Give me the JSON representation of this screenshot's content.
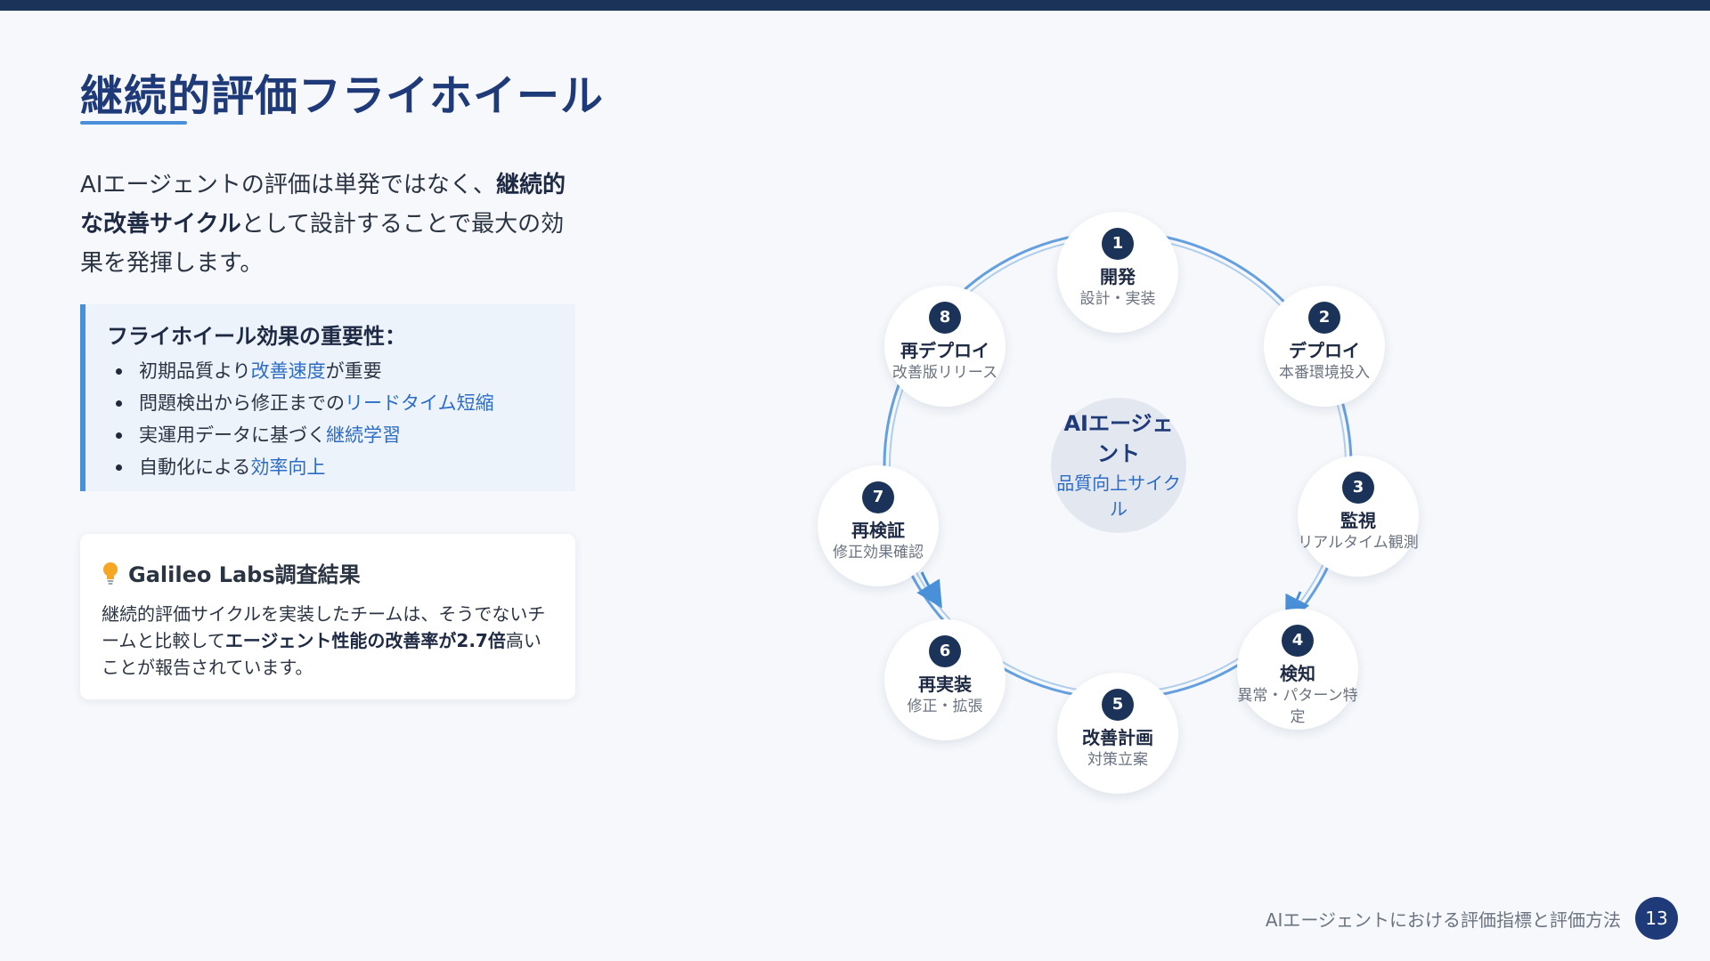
{
  "slide": {
    "title": "継続的評価フライホイール",
    "intro": {
      "part1": "AIエージェントの評価は単発ではなく、",
      "bold": "継続的な改善サイクル",
      "part2": "として設計することで最大の効果を発揮します。"
    },
    "importance": {
      "title": "フライホイール効果の重要性：",
      "items": [
        {
          "pre": "初期品質より",
          "hl": "改善速度",
          "post": "が重要"
        },
        {
          "pre": "問題検出から修正までの",
          "hl": "リードタイム短縮",
          "post": ""
        },
        {
          "pre": "実運用データに基づく",
          "hl": "継続学習",
          "post": ""
        },
        {
          "pre": "自動化による",
          "hl": "効率向上",
          "post": ""
        }
      ]
    },
    "finding": {
      "icon": "lightbulb-icon",
      "title": "Galileo Labs調査結果",
      "text_pre": "継続的評価サイクルを実装したチームは、そうでないチームと比較して",
      "text_bold": "エージェント性能の改善率が2.7倍",
      "text_post": "高いことが報告されています。"
    },
    "cycle": {
      "center_title": "AIエージェント",
      "center_sub": "品質向上サイクル",
      "steps": [
        {
          "num": "1",
          "title": "開発",
          "sub": "設計・実装"
        },
        {
          "num": "2",
          "title": "デプロイ",
          "sub": "本番環境投入"
        },
        {
          "num": "3",
          "title": "監視",
          "sub": "リアルタイム観測"
        },
        {
          "num": "4",
          "title": "検知",
          "sub": "異常・パターン特定"
        },
        {
          "num": "5",
          "title": "改善計画",
          "sub": "対策立案"
        },
        {
          "num": "6",
          "title": "再実装",
          "sub": "修正・拡張"
        },
        {
          "num": "7",
          "title": "再検証",
          "sub": "修正効果確認"
        },
        {
          "num": "8",
          "title": "再デプロイ",
          "sub": "改善版リリース"
        }
      ]
    },
    "footer": {
      "text": "AIエージェントにおける評価指標と評価方法",
      "page": "13"
    },
    "colors": {
      "primary": "#1e3a78",
      "accent": "#4a90d9",
      "badge": "#1b3358",
      "highlight": "#2d6cc6"
    }
  }
}
